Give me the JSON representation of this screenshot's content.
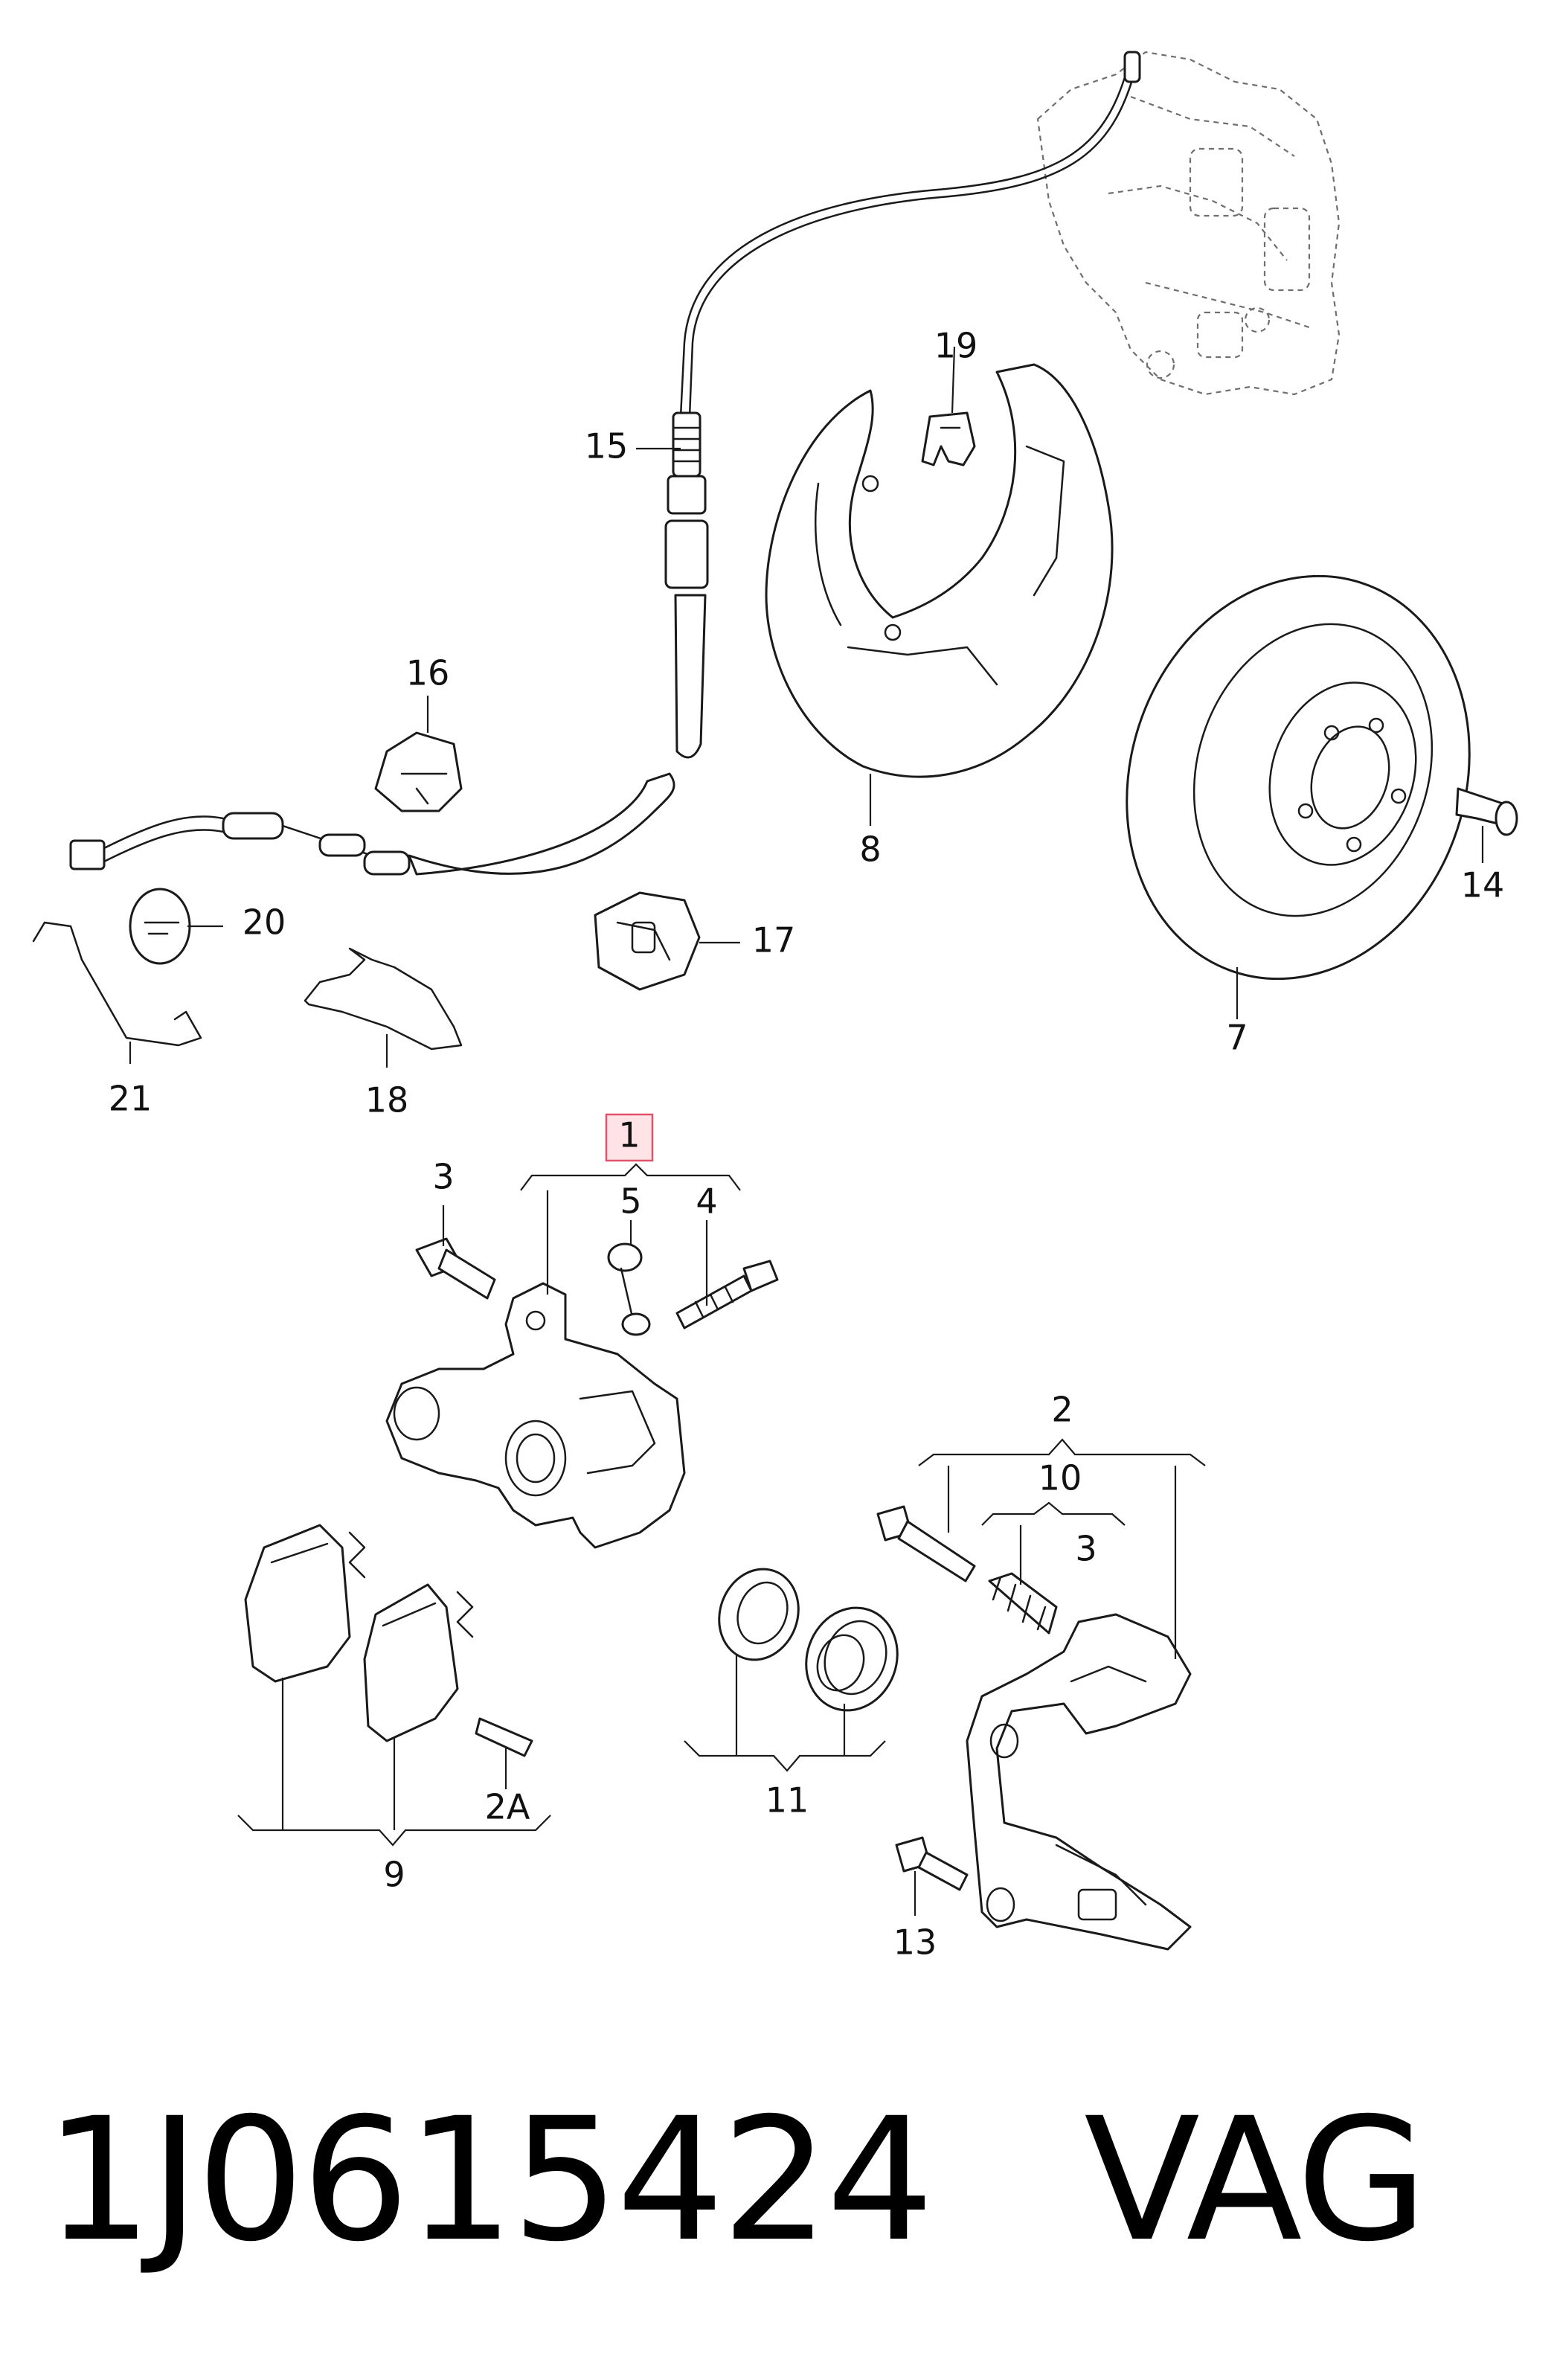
{
  "callouts": {
    "c1": "1",
    "c2": "2",
    "c2a": "2A",
    "c3a": "3",
    "c3b": "3",
    "c4": "4",
    "c5": "5",
    "c7": "7",
    "c8": "8",
    "c9": "9",
    "c10": "10",
    "c11": "11",
    "c13": "13",
    "c14": "14",
    "c15": "15",
    "c16": "16",
    "c17": "17",
    "c18": "18",
    "c19": "19",
    "c20": "20",
    "c21": "21"
  },
  "highlighted_callout": "1",
  "footer": {
    "part_number": "1J0615424",
    "brand": "VAG"
  },
  "colors": {
    "highlight_fill": "#ffe3e6",
    "highlight_stroke": "#e0526a",
    "line": "#1a1a1a"
  }
}
